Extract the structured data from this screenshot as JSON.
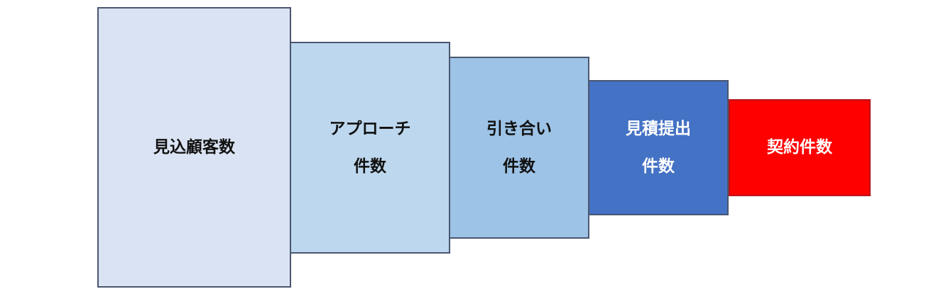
{
  "stages": [
    {
      "lines": [
        "見込顧客数"
      ],
      "fill": "#dae3f3",
      "text_color": "#111111"
    },
    {
      "lines": [
        "アプローチ",
        "件数"
      ],
      "fill": "#bdd7ee",
      "text_color": "#111111"
    },
    {
      "lines": [
        "引き合い",
        "件数"
      ],
      "fill": "#9dc3e6",
      "text_color": "#111111"
    },
    {
      "lines": [
        "見積提出",
        "件数"
      ],
      "fill": "#4472c4",
      "text_color": "#ffffff"
    },
    {
      "lines": [
        "契約件数"
      ],
      "fill": "#ff0000",
      "text_color": "#ffffff"
    }
  ]
}
